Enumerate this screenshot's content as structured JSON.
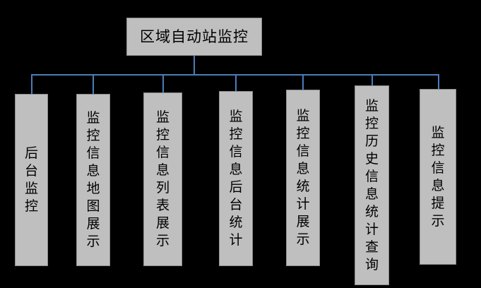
{
  "diagram": {
    "type": "org-chart",
    "title": "区域自动站监控",
    "background_color": "#000000",
    "node_fill_color": "#bfbfbf",
    "node_border_color": "#8c8c8c",
    "connector_color": "#4a7ebb",
    "root": {
      "label": "区域自动站监控",
      "orientation": "horizontal"
    },
    "children": [
      {
        "label": "后台监控",
        "orientation": "vertical"
      },
      {
        "label": "监控信息地图展示",
        "orientation": "vertical"
      },
      {
        "label": "监控信息列表展示",
        "orientation": "vertical"
      },
      {
        "label": "监控信息后台统计",
        "orientation": "vertical"
      },
      {
        "label": "监控信息统计展示",
        "orientation": "vertical"
      },
      {
        "label": "监控历史信息统计查询",
        "orientation": "vertical"
      },
      {
        "label": "监控信息提示",
        "orientation": "vertical"
      }
    ]
  }
}
